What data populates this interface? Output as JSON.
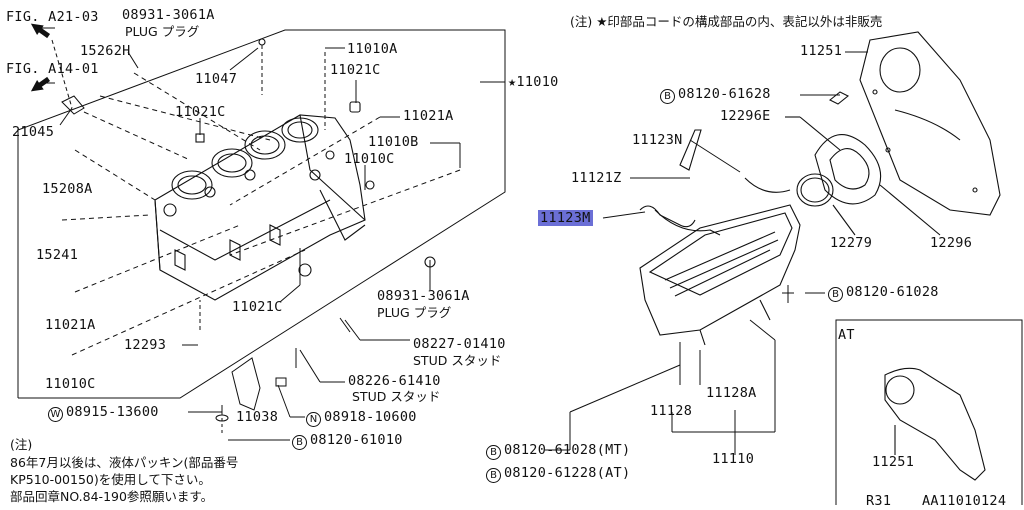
{
  "header_note": "(注) ★印部品コードの構成部品の内、表記以外は非販売",
  "fig_refs": [
    "FIG. A21-03",
    "FIG. A14-01"
  ],
  "parts": {
    "p08931_3061A_top": "08931-3061A",
    "plug_top": "PLUG プラグ",
    "p15262H": "15262H",
    "p11047": "11047",
    "p11010A": "11010A",
    "p11021C_a": "11021C",
    "p11021C_b": "11021C",
    "p11021A_r": "11021A",
    "p11010B": "11010B",
    "p11010C_r": "11010C",
    "p21045": "21045",
    "p15208A": "15208A",
    "p15241": "15241",
    "p11021A_l": "11021A",
    "p11010C_l": "11010C",
    "p12293": "12293",
    "p11021C_c": "11021C",
    "p08931_3061A_bot": "08931-3061A",
    "plug_bot": "PLUG プラグ",
    "p08227_01410": "08227-01410",
    "stud1": "STUD スタッド",
    "p08226_61410": "08226-61410",
    "stud2": "STUD スタッド",
    "p08915_13600": "08915-13600",
    "p11038": "11038",
    "p08918_10600": "08918-10600",
    "p08120_61010": "08120-61010",
    "star11010": "★11010",
    "p11251_top": "11251",
    "p08120_61628": "08120-61628",
    "p12296E": "12296E",
    "p11123N": "11123N",
    "p11121Z": "11121Z",
    "p11123M": "11123M",
    "p12279": "12279",
    "p12296": "12296",
    "p08120_61028": "08120-61028",
    "p11128": "11128",
    "p11128A": "11128A",
    "p11110": "11110",
    "p08120_61028_mt": "08120-61028(MT)",
    "p08120_61228_at": "08120-61228(AT)",
    "at_label": "AT",
    "p11251_at": "11251"
  },
  "circle_markers": {
    "W": "W",
    "N": "N",
    "B": "B"
  },
  "footer_note": {
    "line0": "(注)",
    "line1": "86年7月以後は、液体パッキン(部品番号",
    "line2": "KP510-00150)を使用して下さい。",
    "line3": "部品回章NO.84-190参照願います。"
  },
  "footer_codes": {
    "model": "R31",
    "drawing": "AA11010124"
  },
  "colors": {
    "highlight": "#6b6fd6",
    "ink": "#111111"
  }
}
